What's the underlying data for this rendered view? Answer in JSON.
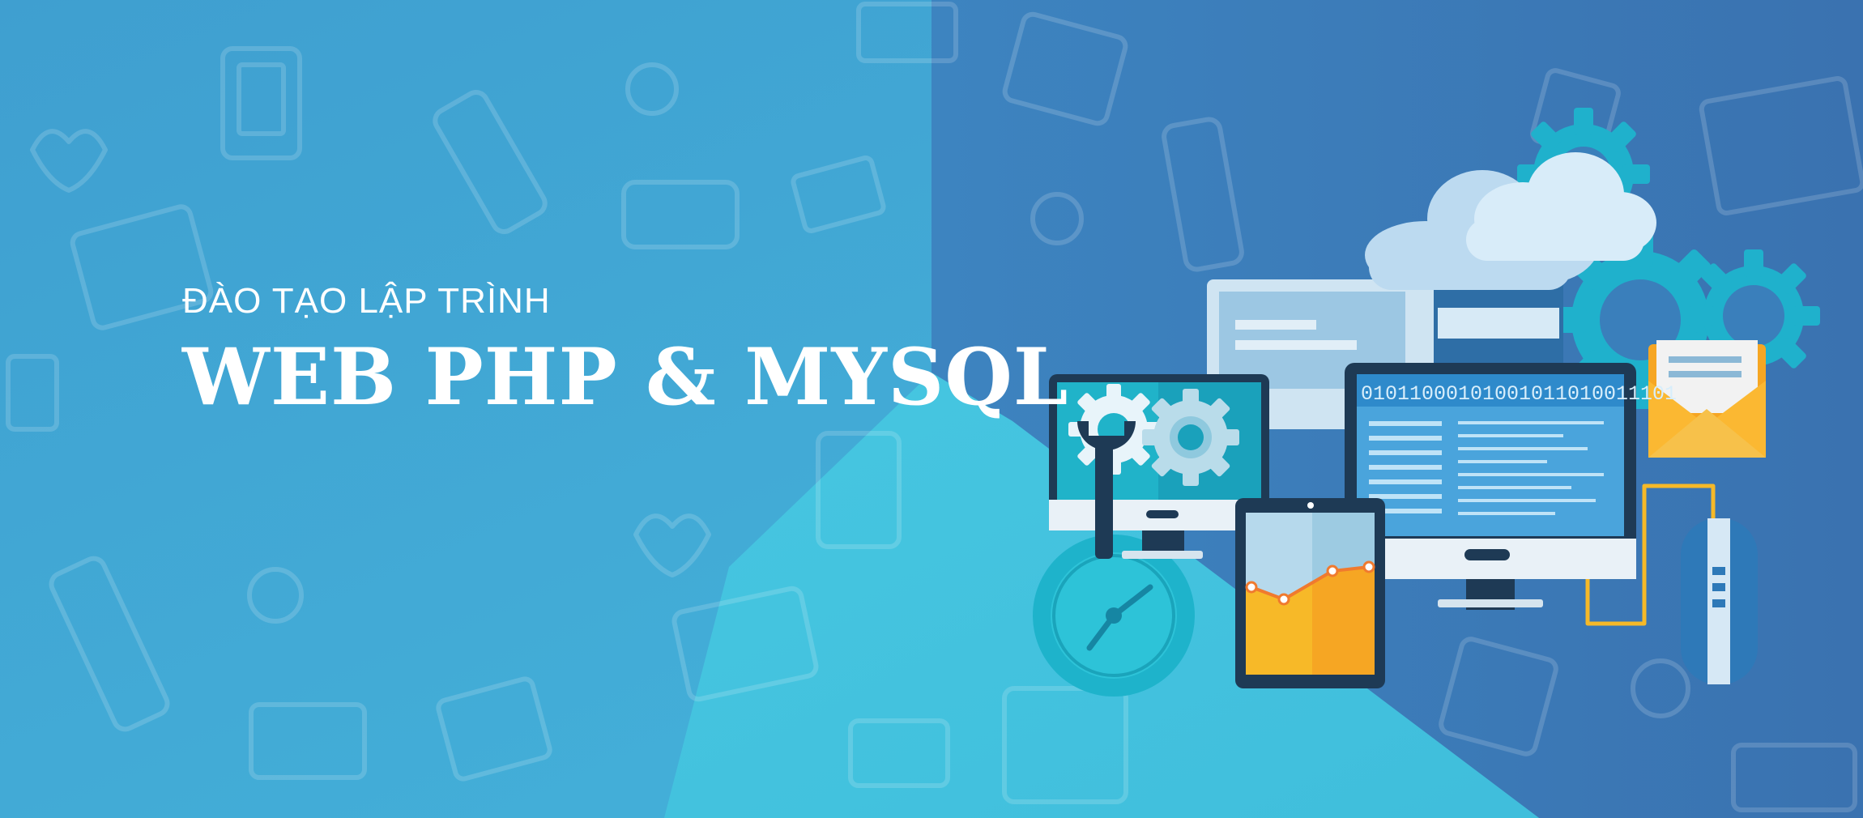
{
  "banner": {
    "subtitle": "ĐÀO TẠO LẬP TRÌNH",
    "title": "WEB PHP & MYSQL"
  },
  "illustration": {
    "binary_text": "01011000101001011010011101",
    "colors": {
      "background_left": "#41a6d3",
      "background_right": "#3b78b6",
      "diagonal_band": "#44c7e0",
      "screen_teal": "#1ba9c4",
      "accent_orange": "#f6a623",
      "monitor_dark": "#1e3a55"
    }
  }
}
